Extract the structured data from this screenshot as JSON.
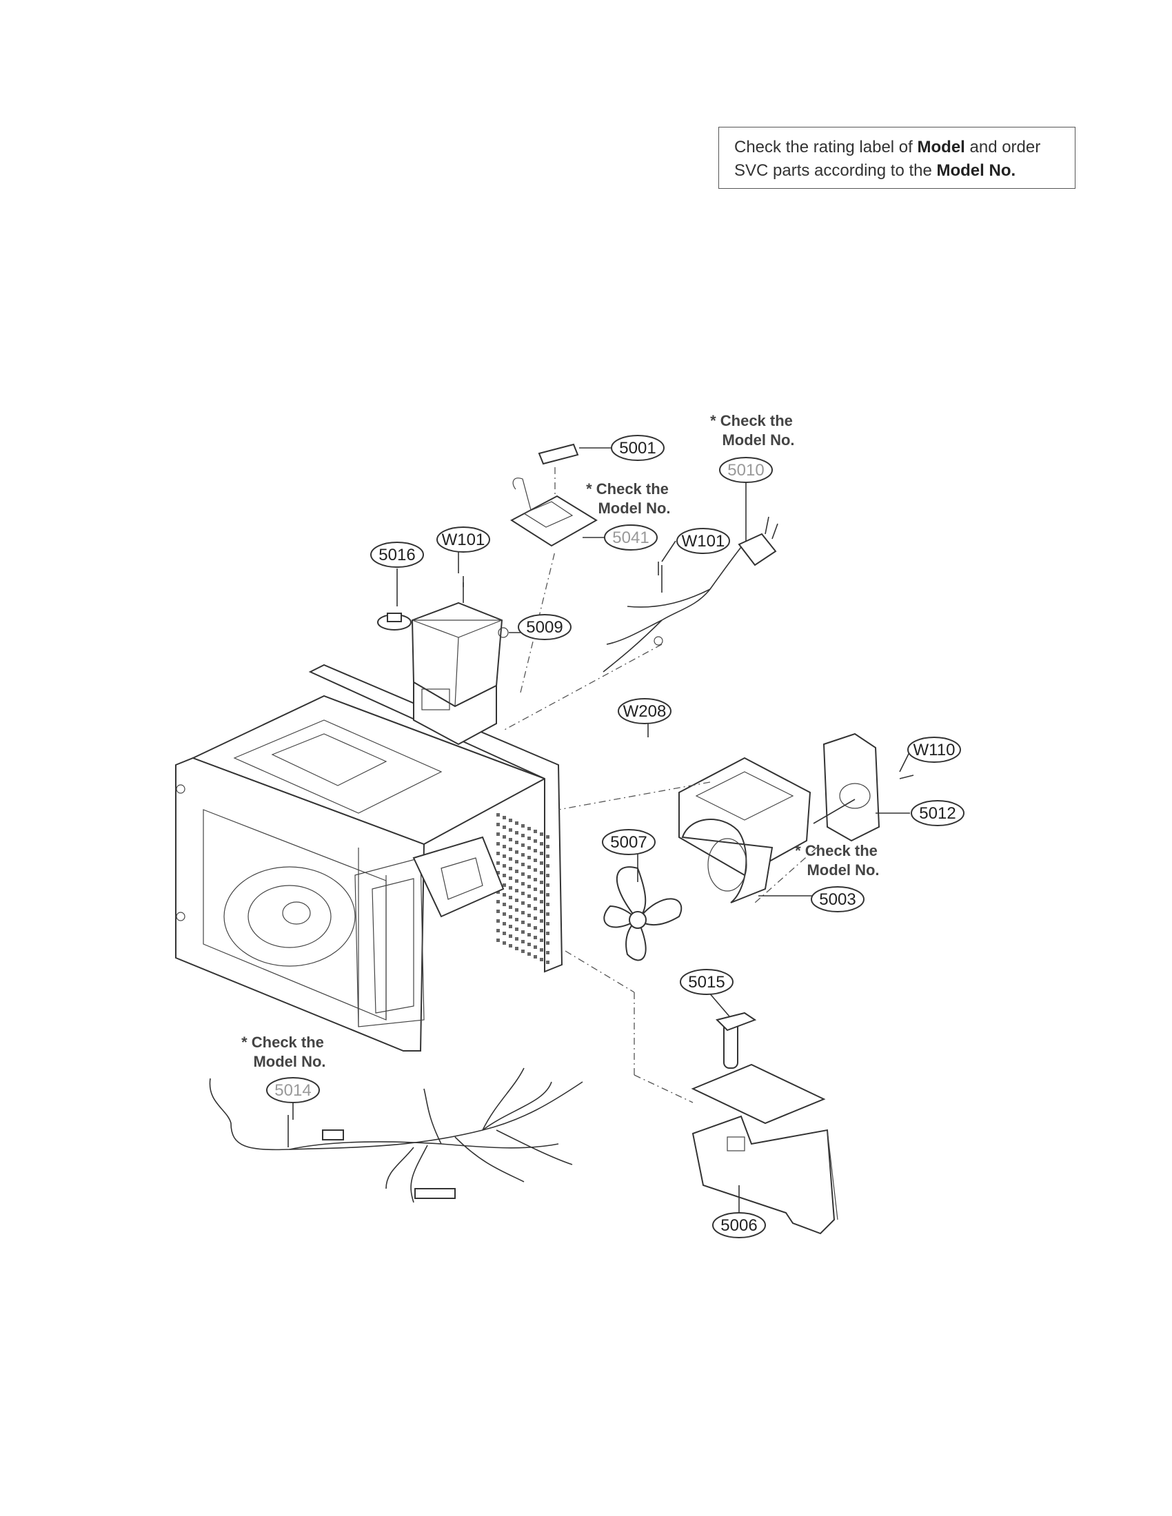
{
  "note": {
    "line1_a": "Check the rating label of ",
    "line1_b": "Model",
    "line1_c": " and order",
    "line2_a": "SVC parts according to the ",
    "line2_b": "Model No."
  },
  "model_note": {
    "line1": "* Check the",
    "line2": "Model No."
  },
  "callouts": [
    {
      "id": "5001",
      "label": "5001"
    },
    {
      "id": "5010",
      "label": "5010"
    },
    {
      "id": "5041",
      "label": "5041"
    },
    {
      "id": "5016",
      "label": "5016"
    },
    {
      "id": "w101a",
      "label": "W101"
    },
    {
      "id": "w101b",
      "label": "W101"
    },
    {
      "id": "5009",
      "label": "5009"
    },
    {
      "id": "w208",
      "label": "W208"
    },
    {
      "id": "w110",
      "label": "W110"
    },
    {
      "id": "5012",
      "label": "5012"
    },
    {
      "id": "5007",
      "label": "5007"
    },
    {
      "id": "5003",
      "label": "5003"
    },
    {
      "id": "5015",
      "label": "5015"
    },
    {
      "id": "5014",
      "label": "5014"
    },
    {
      "id": "5006",
      "label": "5006"
    }
  ]
}
